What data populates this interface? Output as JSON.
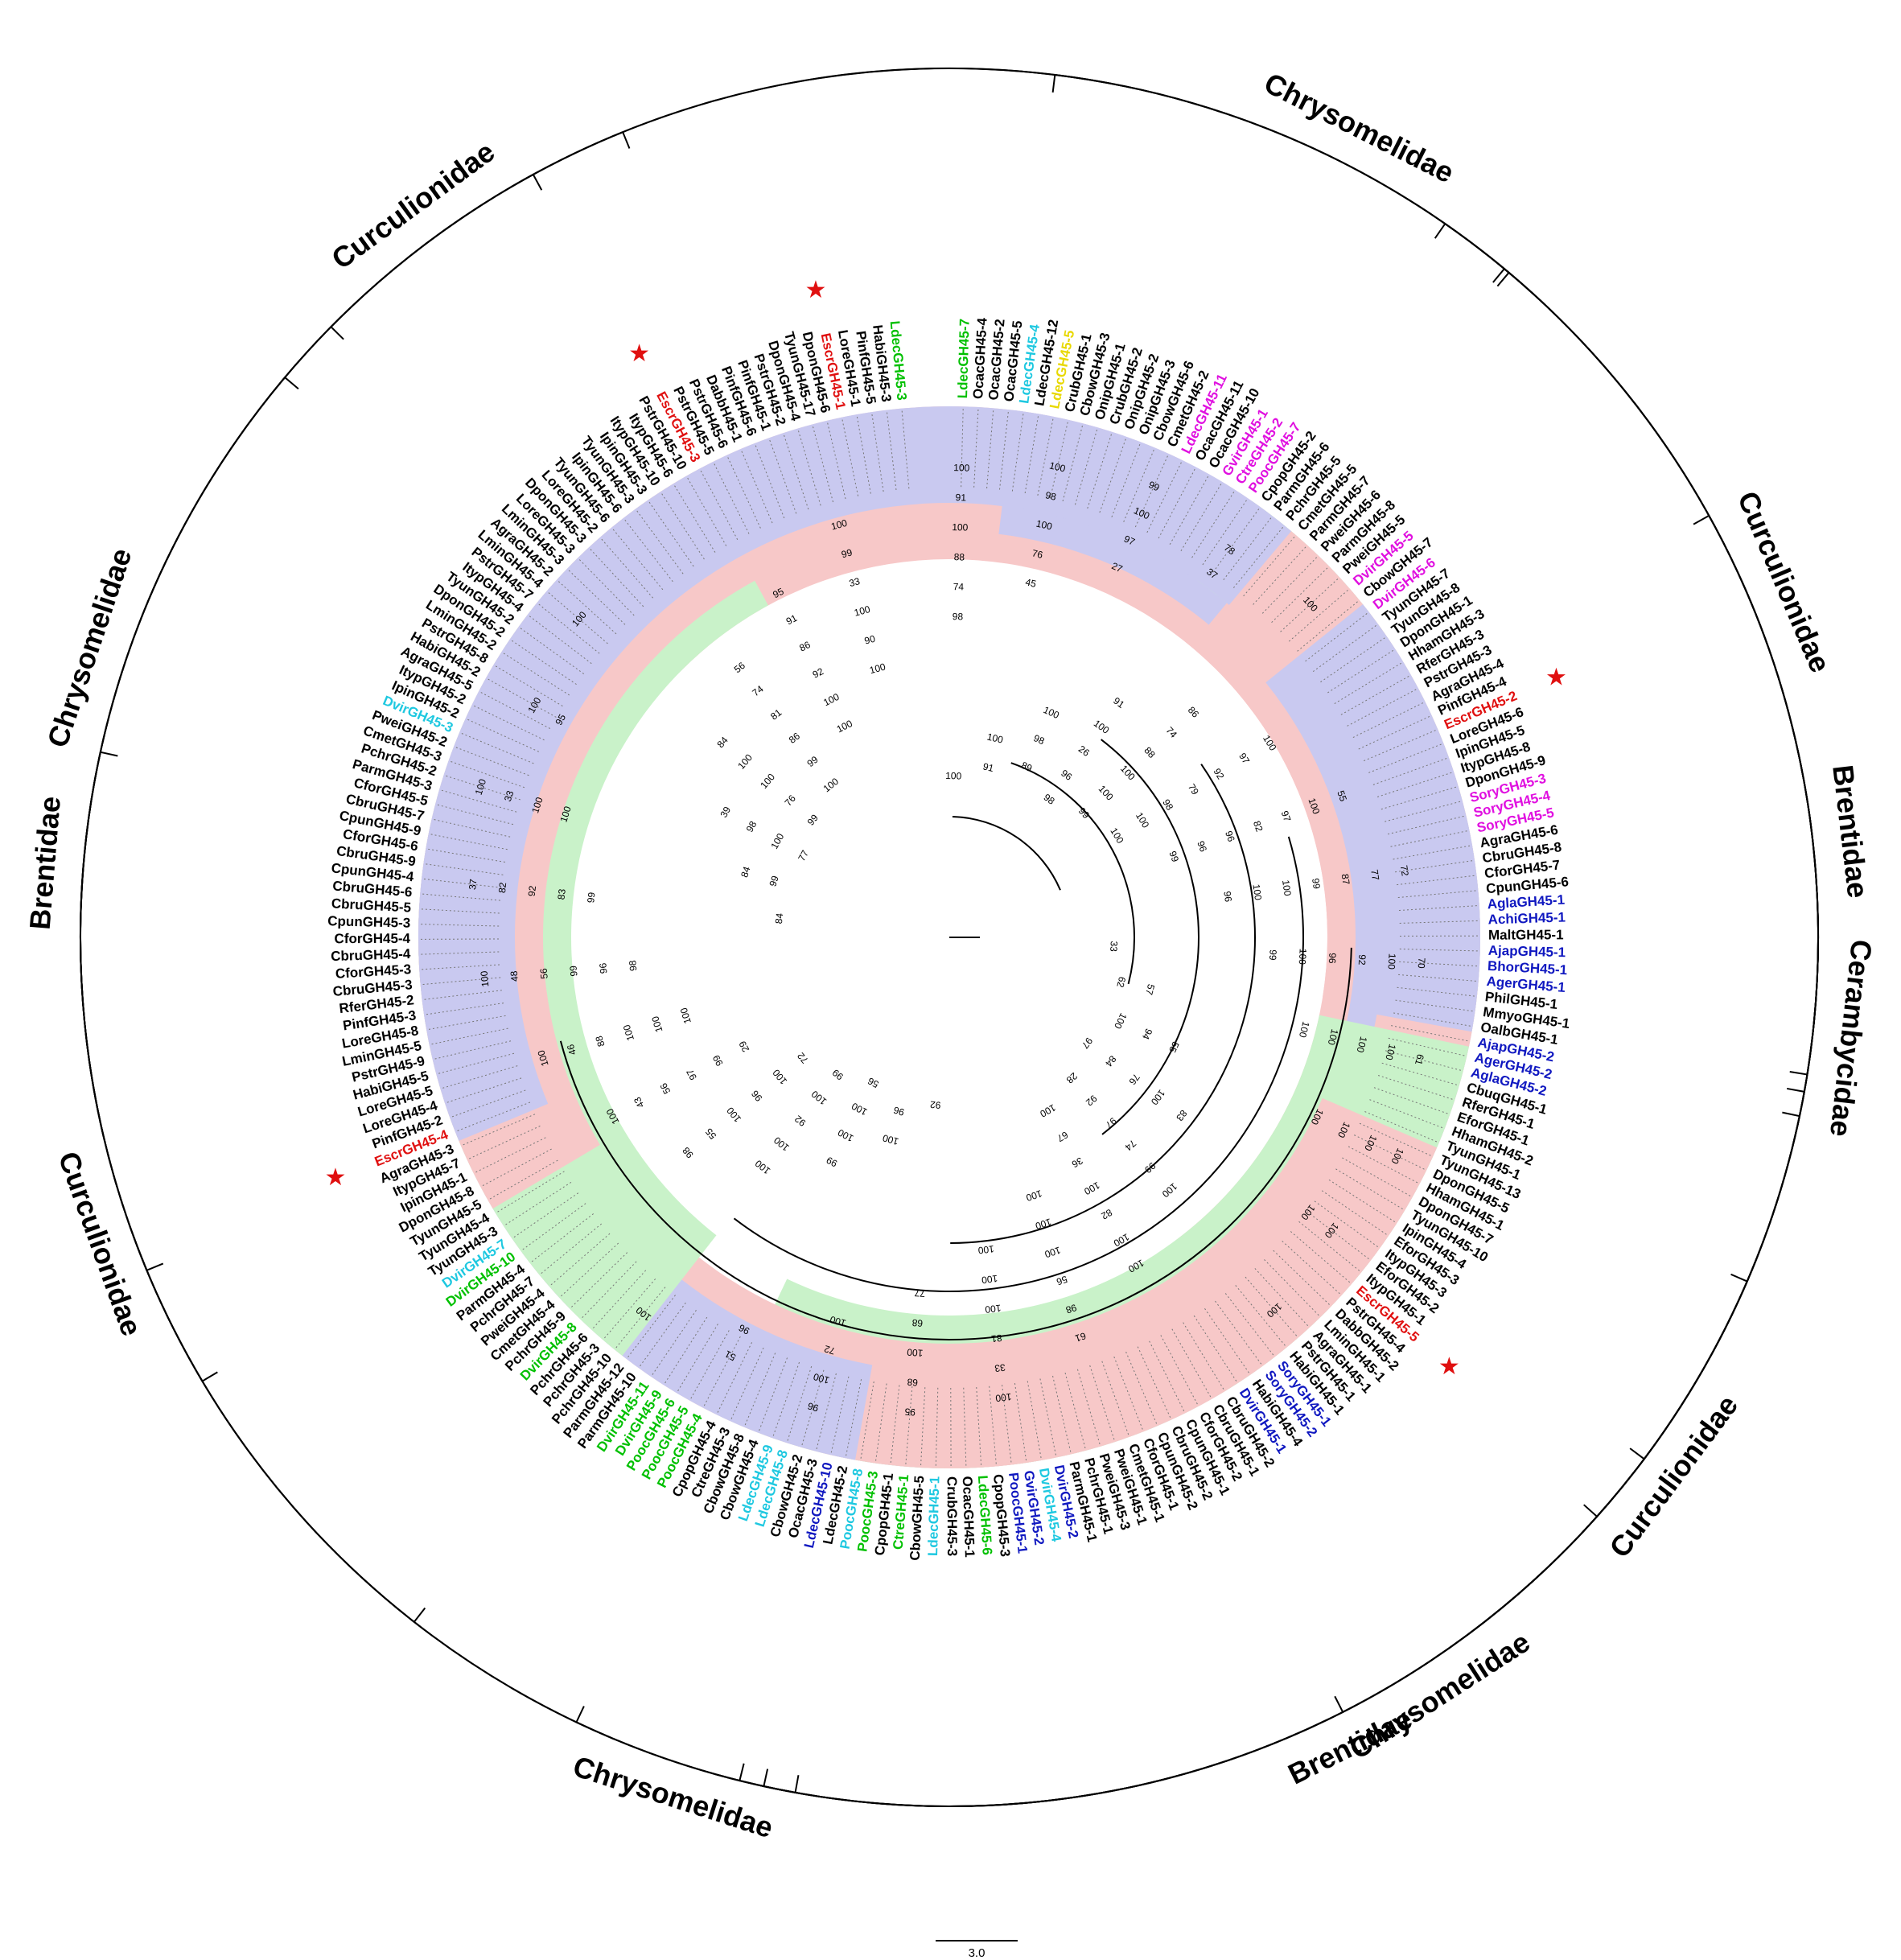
{
  "colors": {
    "curculionidae": "#c9c9f0",
    "chrysomelidae": "#f7c8c8",
    "brentidae": "#c9f2c9",
    "cerambycidae": "#f7c8c8",
    "red": "#e01010",
    "green": "#00c000",
    "cyan": "#1ec8e0",
    "magenta": "#e010e0",
    "blue": "#1018c0",
    "yellow": "#e8d800",
    "black": "#000000"
  },
  "icons": {
    "highlight": "star-icon"
  },
  "scale_bar": {
    "label": "3.0"
  },
  "sectors": [
    {
      "clade": "Chrysomelidae",
      "color": "chrysomelidae",
      "first": "LdecGH45-7",
      "last": "DvirGH45-6"
    },
    {
      "clade": "Curculionidae",
      "color": "curculionidae",
      "first": "TyunGH45-7",
      "last": "AgraGH45-6"
    },
    {
      "clade": "Brentidae",
      "color": "brentidae",
      "first": "CbruGH45-8",
      "last": "CpunGH45-6"
    },
    {
      "clade": "Cerambycidae",
      "color": "cerambycidae",
      "first": "AglaGH45-1",
      "last": "PhilGH45-1"
    },
    {
      "clade": "Curculionidae",
      "color": "curculionidae",
      "first": "MmyoGH45-1",
      "last": "HabiGH45-4"
    },
    {
      "clade": "Chrysomelidae",
      "color": "chrysomelidae",
      "first": "DvirGH45-1",
      "last": "DvirGH45-1"
    },
    {
      "clade": "Brentidae",
      "color": "brentidae",
      "first": "CbruGH45-2",
      "last": "CforGH45-1"
    },
    {
      "clade": "Chrysomelidae",
      "color": "chrysomelidae",
      "first": "CmetGH45-1",
      "last": "DvirGH45-7"
    },
    {
      "clade": "Curculionidae",
      "color": "curculionidae",
      "first": "TyunGH45-3",
      "last": "RferGH45-2"
    },
    {
      "clade": "Brentidae",
      "color": "brentidae",
      "first": "CbruGH45-3",
      "last": "CforGH45-5"
    },
    {
      "clade": "Chrysomelidae",
      "color": "chrysomelidae",
      "first": "ParmGH45-3",
      "last": "PweiGH45-2"
    },
    {
      "clade": "Curculionidae",
      "color": "curculionidae",
      "first": "IpinGH45-2",
      "last": "HabiGH45-3"
    }
  ],
  "family_brackets": [
    {
      "label": "Chrysomelidae",
      "first": "LdecGH45-7",
      "last": "DvirGH45-6"
    },
    {
      "label": "Curculionidae",
      "first": "TyunGH45-7",
      "last": "AgraGH45-6"
    },
    {
      "label": "Brentidae",
      "first": "CbruGH45-8",
      "last": "CpunGH45-6"
    },
    {
      "label": "Cerambycidae",
      "first": "AglaGH45-1",
      "last": "CbuqGH45-1"
    },
    {
      "label": "Curculionidae",
      "first": "RferGH45-1",
      "last": "HabiGH45-4"
    },
    {
      "label": "Chrysomelidae",
      "first": "DvirGH45-1",
      "last": "DvirGH45-1"
    },
    {
      "label": "Brentidae",
      "first": "CbruGH45-2",
      "last": "CforGH45-1"
    },
    {
      "label": "Chrysomelidae",
      "first": "CmetGH45-1",
      "last": "DvirGH45-7"
    },
    {
      "label": "Curculionidae",
      "first": "TyunGH45-3",
      "last": "RferGH45-2"
    },
    {
      "label": "Brentidae",
      "first": "CbruGH45-3",
      "last": "CforGH45-5"
    },
    {
      "label": "Chrysomelidae",
      "first": "ParmGH45-3",
      "last": "PweiGH45-2"
    },
    {
      "label": "Curculionidae",
      "first": "IpinGH45-2",
      "last": "HabiGH45-3"
    }
  ],
  "leaves": [
    {
      "label": "LdecGH45-7",
      "color": "green"
    },
    {
      "label": "OcacGH45-4",
      "color": "black"
    },
    {
      "label": "OcacGH45-2",
      "color": "black"
    },
    {
      "label": "OcacGH45-5",
      "color": "black"
    },
    {
      "label": "LdecGH45-4",
      "color": "cyan"
    },
    {
      "label": "LdecGH45-12",
      "color": "black"
    },
    {
      "label": "LdecGH45-5",
      "color": "yellow"
    },
    {
      "label": "CrubGH45-1",
      "color": "black"
    },
    {
      "label": "CbowGH45-3",
      "color": "black"
    },
    {
      "label": "OnipGH45-1",
      "color": "black"
    },
    {
      "label": "CrubGH45-2",
      "color": "black"
    },
    {
      "label": "OnipGH45-2",
      "color": "black"
    },
    {
      "label": "OnipGH45-3",
      "color": "black"
    },
    {
      "label": "CbowGH45-6",
      "color": "black"
    },
    {
      "label": "CmetGH45-2",
      "color": "black"
    },
    {
      "label": "LdecGH45-11",
      "color": "magenta"
    },
    {
      "label": "OcacGH45-11",
      "color": "black"
    },
    {
      "label": "OcacGH45-10",
      "color": "black"
    },
    {
      "label": "GvirGH45-1",
      "color": "magenta"
    },
    {
      "label": "CtreGH45-2",
      "color": "magenta"
    },
    {
      "label": "PoocGH45-7",
      "color": "magenta"
    },
    {
      "label": "CpopGH45-2",
      "color": "black"
    },
    {
      "label": "ParmGH45-6",
      "color": "black"
    },
    {
      "label": "PchrGH45-5",
      "color": "black"
    },
    {
      "label": "CmetGH45-5",
      "color": "black"
    },
    {
      "label": "ParmGH45-7",
      "color": "black"
    },
    {
      "label": "PweiGH45-6",
      "color": "black"
    },
    {
      "label": "ParmGH45-8",
      "color": "black"
    },
    {
      "label": "PweiGH45-5",
      "color": "black"
    },
    {
      "label": "DvirGH45-5",
      "color": "magenta"
    },
    {
      "label": "CbowGH45-7",
      "color": "black"
    },
    {
      "label": "DvirGH45-6",
      "color": "magenta"
    },
    {
      "label": "TyunGH45-7",
      "color": "black"
    },
    {
      "label": "TyunGH45-8",
      "color": "black"
    },
    {
      "label": "DponGH45-1",
      "color": "black"
    },
    {
      "label": "HhamGH45-3",
      "color": "black"
    },
    {
      "label": "RferGH45-3",
      "color": "black"
    },
    {
      "label": "PstrGH45-3",
      "color": "black"
    },
    {
      "label": "AgraGH45-4",
      "color": "black"
    },
    {
      "label": "PinfGH45-4",
      "color": "black"
    },
    {
      "label": "EscrGH45-2",
      "color": "red",
      "star": true
    },
    {
      "label": "LoreGH45-6",
      "color": "black"
    },
    {
      "label": "IpinGH45-5",
      "color": "black"
    },
    {
      "label": "ItypGH45-8",
      "color": "black"
    },
    {
      "label": "DponGH45-9",
      "color": "black"
    },
    {
      "label": "SoryGH45-3",
      "color": "magenta"
    },
    {
      "label": "SoryGH45-4",
      "color": "magenta"
    },
    {
      "label": "SoryGH45-5",
      "color": "magenta"
    },
    {
      "label": "AgraGH45-6",
      "color": "black"
    },
    {
      "label": "CbruGH45-8",
      "color": "black"
    },
    {
      "label": "CforGH45-7",
      "color": "black"
    },
    {
      "label": "CpunGH45-6",
      "color": "black"
    },
    {
      "label": "AglaGH45-1",
      "color": "blue"
    },
    {
      "label": "AchiGH45-1",
      "color": "blue"
    },
    {
      "label": "MaltGH45-1",
      "color": "black"
    },
    {
      "label": "AjapGH45-1",
      "color": "blue"
    },
    {
      "label": "BhorGH45-1",
      "color": "blue"
    },
    {
      "label": "AgerGH45-1",
      "color": "blue"
    },
    {
      "label": "PhilGH45-1",
      "color": "black"
    },
    {
      "label": "MmyoGH45-1",
      "color": "black"
    },
    {
      "label": "OalbGH45-1",
      "color": "black"
    },
    {
      "label": "AjapGH45-2",
      "color": "blue"
    },
    {
      "label": "AgerGH45-2",
      "color": "blue"
    },
    {
      "label": "AglaGH45-2",
      "color": "blue"
    },
    {
      "label": "CbuqGH45-1",
      "color": "black"
    },
    {
      "label": "RferGH45-1",
      "color": "black"
    },
    {
      "label": "EforGH45-1",
      "color": "black"
    },
    {
      "label": "HhamGH45-2",
      "color": "black"
    },
    {
      "label": "TyunGH45-1",
      "color": "black"
    },
    {
      "label": "TyunGH45-13",
      "color": "black"
    },
    {
      "label": "DponGH45-5",
      "color": "black"
    },
    {
      "label": "HhamGH45-1",
      "color": "black"
    },
    {
      "label": "DponGH45-7",
      "color": "black"
    },
    {
      "label": "TyunGH45-10",
      "color": "black"
    },
    {
      "label": "IpinGH45-4",
      "color": "black"
    },
    {
      "label": "EforGH45-3",
      "color": "black"
    },
    {
      "label": "ItypGH45-3",
      "color": "black"
    },
    {
      "label": "EforGH45-2",
      "color": "black"
    },
    {
      "label": "ItypGH45-1",
      "color": "black"
    },
    {
      "label": "EscrGH45-5",
      "color": "red",
      "star": true
    },
    {
      "label": "PstrGH45-4",
      "color": "black"
    },
    {
      "label": "DabbGH45-2",
      "color": "black"
    },
    {
      "label": "LminGH45-1",
      "color": "black"
    },
    {
      "label": "AgraGH45-1",
      "color": "black"
    },
    {
      "label": "PstrGH45-1",
      "color": "black"
    },
    {
      "label": "HabiGH45-1",
      "color": "black"
    },
    {
      "label": "SoryGH45-1",
      "color": "blue"
    },
    {
      "label": "SoryGH45-2",
      "color": "blue"
    },
    {
      "label": "HabiGH45-4",
      "color": "black"
    },
    {
      "label": "DvirGH45-1",
      "color": "blue"
    },
    {
      "label": "CbruGH45-2",
      "color": "black"
    },
    {
      "label": "CbruGH45-1",
      "color": "black"
    },
    {
      "label": "CforGH45-2",
      "color": "black"
    },
    {
      "label": "CpunGH45-1",
      "color": "black"
    },
    {
      "label": "CbruGH45-2",
      "color": "black"
    },
    {
      "label": "CpunGH45-2",
      "color": "black"
    },
    {
      "label": "CforGH45-1",
      "color": "black"
    },
    {
      "label": "CmetGH45-1",
      "color": "black"
    },
    {
      "label": "PweiGH45-1",
      "color": "black"
    },
    {
      "label": "PweiGH45-3",
      "color": "black"
    },
    {
      "label": "PchrGH45-1",
      "color": "black"
    },
    {
      "label": "ParmGH45-1",
      "color": "black"
    },
    {
      "label": "DvirGH45-2",
      "color": "blue"
    },
    {
      "label": "DvirGH45-4",
      "color": "cyan"
    },
    {
      "label": "GvirGH45-2",
      "color": "blue"
    },
    {
      "label": "PoocGH45-1",
      "color": "blue"
    },
    {
      "label": "CpopGH45-3",
      "color": "black"
    },
    {
      "label": "LdecGH45-6",
      "color": "green"
    },
    {
      "label": "OcacGH45-1",
      "color": "black"
    },
    {
      "label": "CrubGH45-3",
      "color": "black"
    },
    {
      "label": "LdecGH45-1",
      "color": "cyan"
    },
    {
      "label": "CbowGH45-5",
      "color": "black"
    },
    {
      "label": "CtreGH45-1",
      "color": "green"
    },
    {
      "label": "CpopGH45-1",
      "color": "black"
    },
    {
      "label": "PoocGH45-3",
      "color": "green"
    },
    {
      "label": "PoocGH45-8",
      "color": "cyan"
    },
    {
      "label": "LdecGH45-2",
      "color": "black"
    },
    {
      "label": "LdecGH45-10",
      "color": "blue"
    },
    {
      "label": "OcacGH45-3",
      "color": "black"
    },
    {
      "label": "CbowGH45-2",
      "color": "black"
    },
    {
      "label": "LdecGH45-8",
      "color": "cyan"
    },
    {
      "label": "LdecGH45-9",
      "color": "cyan"
    },
    {
      "label": "CbowGH45-4",
      "color": "black"
    },
    {
      "label": "CbowGH45-8",
      "color": "black"
    },
    {
      "label": "CtreGH45-3",
      "color": "black"
    },
    {
      "label": "CpopGH45-4",
      "color": "black"
    },
    {
      "label": "PoocGH45-4",
      "color": "green"
    },
    {
      "label": "PoocGH45-5",
      "color": "green"
    },
    {
      "label": "PoocGH45-6",
      "color": "green"
    },
    {
      "label": "DvirGH45-9",
      "color": "green"
    },
    {
      "label": "DvirGH45-11",
      "color": "green"
    },
    {
      "label": "ParmGH45-10",
      "color": "black"
    },
    {
      "label": "ParmGH45-12",
      "color": "black"
    },
    {
      "label": "PchrGH45-10",
      "color": "black"
    },
    {
      "label": "PchrGH45-3",
      "color": "black"
    },
    {
      "label": "PchrGH45-6",
      "color": "black"
    },
    {
      "label": "DvirGH45-8",
      "color": "green"
    },
    {
      "label": "PchrGH45-9",
      "color": "black"
    },
    {
      "label": "CmetGH45-4",
      "color": "black"
    },
    {
      "label": "PweiGH45-4",
      "color": "black"
    },
    {
      "label": "PchrGH45-7",
      "color": "black"
    },
    {
      "label": "ParmGH45-4",
      "color": "black"
    },
    {
      "label": "DvirGH45-10",
      "color": "green"
    },
    {
      "label": "DvirGH45-7",
      "color": "cyan"
    },
    {
      "label": "TyunGH45-3",
      "color": "black"
    },
    {
      "label": "TyunGH45-4",
      "color": "black"
    },
    {
      "label": "TyunGH45-5",
      "color": "black"
    },
    {
      "label": "DponGH45-8",
      "color": "black"
    },
    {
      "label": "IpinGH45-1",
      "color": "black"
    },
    {
      "label": "ItypGH45-7",
      "color": "black"
    },
    {
      "label": "AgraGH45-3",
      "color": "black"
    },
    {
      "label": "EscrGH45-4",
      "color": "red",
      "star": true
    },
    {
      "label": "PinfGH45-2",
      "color": "black"
    },
    {
      "label": "LoreGH45-4",
      "color": "black"
    },
    {
      "label": "LoreGH45-5",
      "color": "black"
    },
    {
      "label": "HabiGH45-5",
      "color": "black"
    },
    {
      "label": "PstrGH45-9",
      "color": "black"
    },
    {
      "label": "LminGH45-5",
      "color": "black"
    },
    {
      "label": "LoreGH45-8",
      "color": "black"
    },
    {
      "label": "PinfGH45-3",
      "color": "black"
    },
    {
      "label": "RferGH45-2",
      "color": "black"
    },
    {
      "label": "CbruGH45-3",
      "color": "black"
    },
    {
      "label": "CforGH45-3",
      "color": "black"
    },
    {
      "label": "CbruGH45-4",
      "color": "black"
    },
    {
      "label": "CforGH45-4",
      "color": "black"
    },
    {
      "label": "CpunGH45-3",
      "color": "black"
    },
    {
      "label": "CbruGH45-5",
      "color": "black"
    },
    {
      "label": "CbruGH45-6",
      "color": "black"
    },
    {
      "label": "CpunGH45-4",
      "color": "black"
    },
    {
      "label": "CbruGH45-9",
      "color": "black"
    },
    {
      "label": "CforGH45-6",
      "color": "black"
    },
    {
      "label": "CpunGH45-9",
      "color": "black"
    },
    {
      "label": "CbruGH45-7",
      "color": "black"
    },
    {
      "label": "CforGH45-5",
      "color": "black"
    },
    {
      "label": "ParmGH45-3",
      "color": "black"
    },
    {
      "label": "PchrGH45-2",
      "color": "black"
    },
    {
      "label": "CmetGH45-3",
      "color": "black"
    },
    {
      "label": "PweiGH45-2",
      "color": "black"
    },
    {
      "label": "DvirGH45-3",
      "color": "cyan"
    },
    {
      "label": "IpinGH45-2",
      "color": "black"
    },
    {
      "label": "ItypGH45-2",
      "color": "black"
    },
    {
      "label": "AgraGH45-5",
      "color": "black"
    },
    {
      "label": "HabiGH45-2",
      "color": "black"
    },
    {
      "label": "PstrGH45-8",
      "color": "black"
    },
    {
      "label": "LminGH45-2",
      "color": "black"
    },
    {
      "label": "DponGH45-2",
      "color": "black"
    },
    {
      "label": "TyunGH45-2",
      "color": "black"
    },
    {
      "label": "ItypGH45-4",
      "color": "black"
    },
    {
      "label": "PstrGH45-7",
      "color": "black"
    },
    {
      "label": "LminGH45-4",
      "color": "black"
    },
    {
      "label": "AgraGH45-2",
      "color": "black"
    },
    {
      "label": "LminGH45-3",
      "color": "black"
    },
    {
      "label": "LoreGH45-3",
      "color": "black"
    },
    {
      "label": "DponGH45-3",
      "color": "black"
    },
    {
      "label": "LoreGH45-2",
      "color": "black"
    },
    {
      "label": "TyunGH45-6",
      "color": "black"
    },
    {
      "label": "IpinGH45-6",
      "color": "black"
    },
    {
      "label": "TyunGH45-3",
      "color": "black"
    },
    {
      "label": "IpinGH45-3",
      "color": "black"
    },
    {
      "label": "ItypGH45-10",
      "color": "black"
    },
    {
      "label": "ItypGH45-6",
      "color": "black"
    },
    {
      "label": "PstrGH45-10",
      "color": "black"
    },
    {
      "label": "EscrGH45-3",
      "color": "red",
      "star": true
    },
    {
      "label": "PstrGH45-5",
      "color": "black"
    },
    {
      "label": "PstrGH45-6",
      "color": "black"
    },
    {
      "label": "DabbH45-1",
      "color": "black"
    },
    {
      "label": "PinfGH45-6",
      "color": "black"
    },
    {
      "label": "PinfGH45-1",
      "color": "black"
    },
    {
      "label": "PstrGH45-2",
      "color": "black"
    },
    {
      "label": "DponGH45-4",
      "color": "black"
    },
    {
      "label": "TyunGH45-17",
      "color": "black"
    },
    {
      "label": "DponGH45-6",
      "color": "black"
    },
    {
      "label": "EscrGH45-1",
      "color": "red",
      "star": true
    },
    {
      "label": "LoreGH45-1",
      "color": "black"
    },
    {
      "label": "PinfGH45-5",
      "color": "black"
    },
    {
      "label": "HabiGH45-3",
      "color": "black"
    },
    {
      "label": "LdecGH45-3",
      "color": "green"
    }
  ],
  "bootstrap": [
    "100",
    "100",
    "100",
    "91",
    "86",
    "100",
    "55",
    "72",
    "33",
    "57",
    "55",
    "83",
    "100",
    "100",
    "61",
    "100",
    "92",
    "100",
    "99",
    "100",
    "98",
    "100",
    "100",
    "100",
    "84",
    "84",
    "39",
    "84",
    "56",
    "95",
    "100",
    "100",
    "91",
    "98",
    "100",
    "74",
    "97",
    "100",
    "77",
    "70",
    "62",
    "94",
    "100",
    "99",
    "100",
    "98",
    "33",
    "95",
    "96",
    "100",
    "100",
    "55",
    "43",
    "46",
    "48",
    "37",
    "99",
    "98",
    "100",
    "74",
    "91",
    "99",
    "91",
    "100",
    "89",
    "26",
    "88",
    "92",
    "97",
    "87",
    "100",
    "61",
    "100",
    "76",
    "74",
    "82",
    "56",
    "81",
    "68",
    "96",
    "100",
    "92",
    "100",
    "56",
    "88",
    "56",
    "82",
    "100",
    "100",
    "100",
    "81",
    "86",
    "33",
    "100",
    "98",
    "99",
    "96",
    "100",
    "79",
    "82",
    "99",
    "92",
    "100",
    "100",
    "84",
    "97",
    "100",
    "100",
    "100",
    "100",
    "100",
    "56",
    "100",
    "96",
    "97",
    "100",
    "99",
    "92",
    "33",
    "77",
    "76",
    "86",
    "92",
    "100",
    "88",
    "100",
    "100",
    "98",
    "100",
    "98",
    "96",
    "100",
    "96",
    "100",
    "100",
    "97",
    "92",
    "36",
    "100",
    "100",
    "68",
    "72",
    "51",
    "99",
    "100",
    "99",
    "100",
    "96",
    "83",
    "100",
    "100",
    "99",
    "99",
    "100",
    "90",
    "74",
    "76",
    "97",
    "78",
    "99",
    "100",
    "96",
    "100",
    "100",
    "100",
    "100",
    "100",
    "28",
    "67",
    "100",
    "100",
    "77",
    "100",
    "96",
    "100",
    "72",
    "29",
    "100",
    "98",
    "99",
    "100",
    "95",
    "100",
    "100",
    "100",
    "100",
    "98",
    "45",
    "27",
    "37",
    "100",
    "100",
    "99",
    "96",
    "99",
    "100",
    "100",
    "100",
    "100",
    "100"
  ]
}
